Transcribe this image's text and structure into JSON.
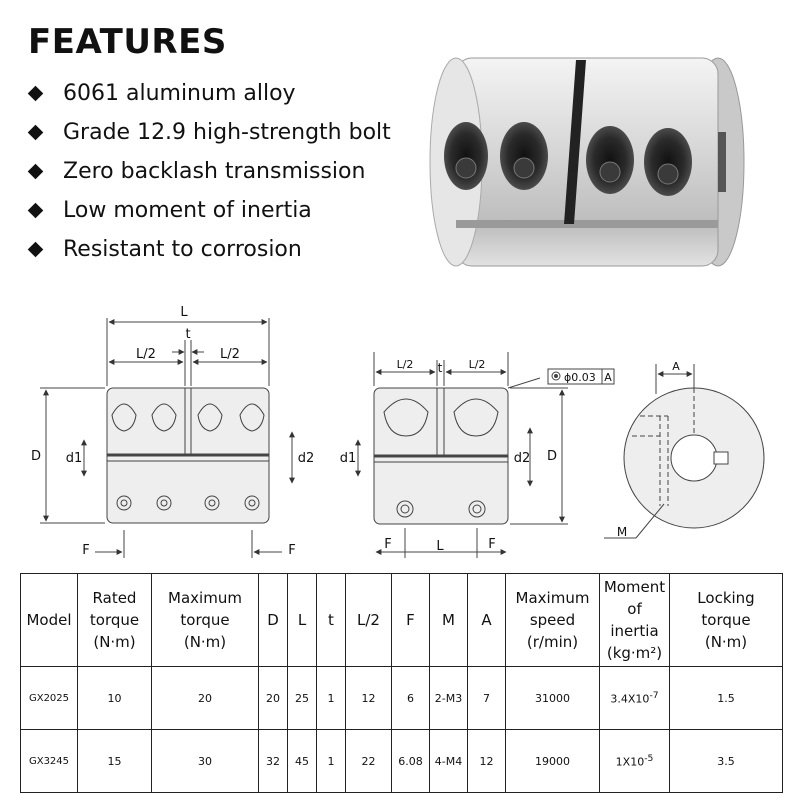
{
  "title": "FEATURES",
  "features": [
    {
      "text": "6061 aluminum alloy"
    },
    {
      "text": "Grade 12.9 high-strength bolt"
    },
    {
      "text": "Zero backlash transmission"
    },
    {
      "text": "Low moment of inertia"
    },
    {
      "text": "Resistant to corrosion"
    }
  ],
  "drawing_labels": {
    "L": "L",
    "t": "t",
    "L2": "L/2",
    "D": "D",
    "d1": "d1",
    "d2": "d2",
    "F": "F",
    "A": "A",
    "M": "M",
    "tolerance": "ϕ0.03",
    "datum": "A"
  },
  "table": {
    "headers": {
      "model": "Model",
      "rated_torque": [
        "Rated",
        "torque",
        "(N·m)"
      ],
      "max_torque": [
        "Maximum",
        "torque",
        "(N·m)"
      ],
      "D": "D",
      "L": "L",
      "t": "t",
      "L2": "L/2",
      "F": "F",
      "M": "M",
      "A": "A",
      "max_speed": [
        "Maximum",
        "speed",
        "(r/min)"
      ],
      "inertia": [
        "Moment",
        "of",
        "inertia",
        "(kg·m²)"
      ],
      "locking_torque": [
        "Locking",
        "torque",
        "(N·m)"
      ]
    },
    "rows": [
      {
        "model": "GX2025",
        "rated_torque": "10",
        "max_torque": "20",
        "D": "20",
        "L": "25",
        "t": "1",
        "L2": "12",
        "F": "6",
        "M": "2-M3",
        "A": "7",
        "max_speed": "31000",
        "inertia_base": "3.4X10",
        "inertia_exp": "-7",
        "locking_torque": "1.5"
      },
      {
        "model": "GX3245",
        "rated_torque": "15",
        "max_torque": "30",
        "D": "32",
        "L": "45",
        "t": "1",
        "L2": "22",
        "F": "6.08",
        "M": "4-M4",
        "A": "12",
        "max_speed": "19000",
        "inertia_base": "1X10",
        "inertia_exp": "-5",
        "locking_torque": "3.5"
      }
    ]
  },
  "colors": {
    "text": "#111111",
    "drawing_fill": "#eeeeee",
    "drawing_stroke": "#444444",
    "metal": "#d8d8d8"
  }
}
